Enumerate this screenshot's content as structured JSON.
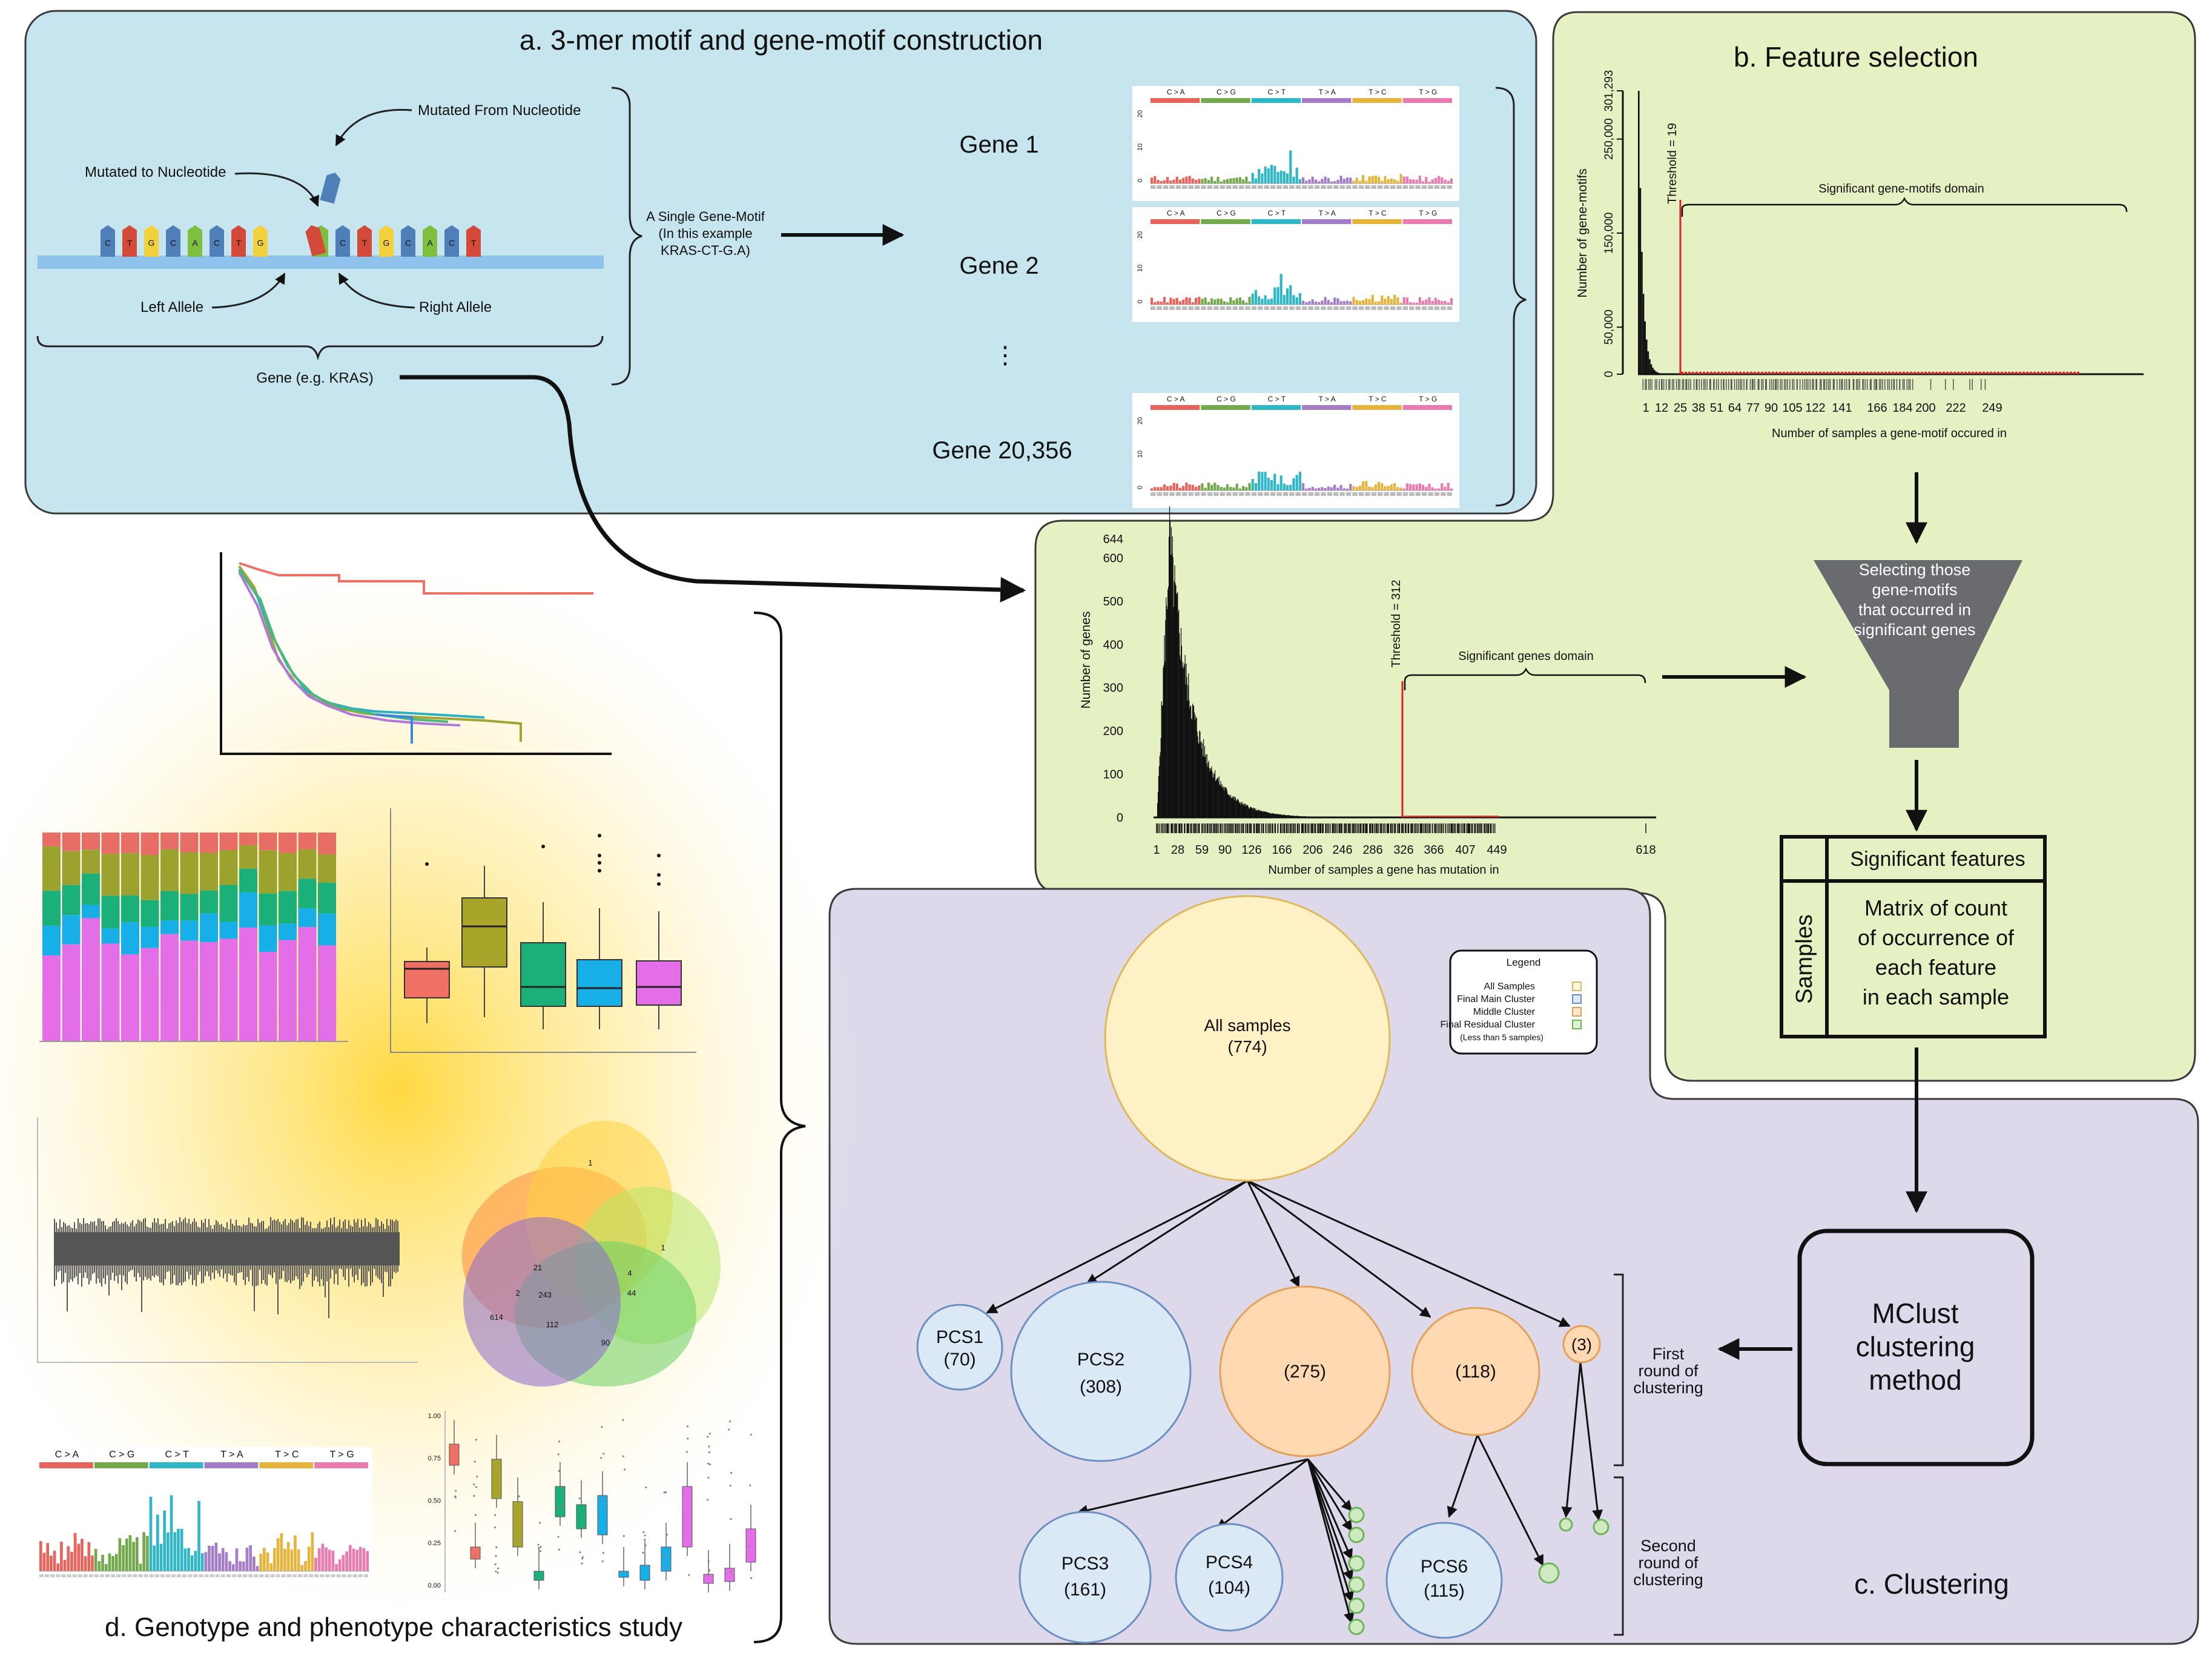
{
  "panel_a": {
    "title": "a. 3-mer motif and gene-motif construction",
    "labels": {
      "mutated_from": "Mutated From Nucleotide",
      "mutated_to": "Mutated to Nucleotide",
      "left_allele": "Left Allele",
      "right_allele": "Right Allele",
      "gene": "Gene (e.g. KRAS)",
      "single_motif_line1": "A Single Gene-Motif",
      "single_motif_line2": "(In this example",
      "single_motif_line3": "KRAS-CT-G.A)"
    },
    "nucleotides": [
      "C",
      "T",
      "G",
      "C",
      "A",
      "C",
      "T",
      "G",
      "T",
      "A",
      "C",
      "T",
      "G",
      "C",
      "A",
      "C",
      "T"
    ],
    "genes": [
      "Gene 1",
      "Gene 2",
      "⋮",
      "Gene 20,356"
    ],
    "spectrum_categories": [
      "C > A",
      "C > G",
      "C > T",
      "T > A",
      "T > C",
      "T > G"
    ],
    "spectrum_colors": [
      "#e8635b",
      "#72a94a",
      "#2fb7c7",
      "#a47cc7",
      "#e6b43a",
      "#e97bb0"
    ],
    "spectrum_ticks": [
      "20",
      "10",
      "0"
    ]
  },
  "panel_b": {
    "title": "b. Feature selection",
    "hist1": {
      "ylabel": "Number of gene-motifs",
      "xlabel": "Number of samples a gene-motif occured in",
      "yticks": [
        "301,293",
        "250,000",
        "150,000",
        "50,000",
        "0"
      ],
      "xticks": [
        "1",
        "12",
        "25",
        "38",
        "51",
        "64",
        "77",
        "90",
        "105",
        "122",
        "141",
        "166",
        "184",
        "200",
        "222",
        "249"
      ],
      "threshold": "Threshold = 19",
      "domain": "Significant gene-motifs domain"
    },
    "hist2": {
      "ylabel": "Number of genes",
      "xlabel": "Number of samples a gene has mutation in",
      "yticks": [
        "644",
        "600",
        "500",
        "400",
        "300",
        "200",
        "100",
        "0"
      ],
      "xticks": [
        "1",
        "28",
        "59",
        "90",
        "126",
        "166",
        "206",
        "246",
        "286",
        "326",
        "366",
        "407",
        "449",
        "618"
      ],
      "threshold": "Threshold = 312",
      "domain": "Significant genes domain"
    },
    "funnel_text": [
      "Selecting those",
      "gene-motifs",
      "that occurred in",
      "significant genes"
    ],
    "matrix": {
      "header": "Significant features",
      "side": "Samples",
      "body": [
        "Matrix of count",
        "of occurrence of",
        "each feature",
        "in each sample"
      ]
    }
  },
  "panel_c": {
    "title": "c. Clustering",
    "mclust": [
      "MClust",
      "clustering",
      "method"
    ],
    "first_round": [
      "First",
      "round of",
      "clustering"
    ],
    "second_round": [
      "Second",
      "round of",
      "clustering"
    ],
    "legend": {
      "title": "Legend",
      "items": [
        "All Samples",
        "Final Main Cluster",
        "Middle Cluster",
        "Final Residual Cluster"
      ],
      "note": "(Less than 5 samples)"
    },
    "nodes": {
      "all": [
        "All samples",
        "(774)"
      ],
      "pcs1": [
        "PCS1",
        "(70)"
      ],
      "pcs2": [
        "PCS2",
        "(308)"
      ],
      "m275": "(275)",
      "m118": "(118)",
      "m3": "(3)",
      "pcs3": [
        "PCS3",
        "(161)"
      ],
      "pcs4": [
        "PCS4",
        "(104)"
      ],
      "pcs6": [
        "PCS6",
        "(115)"
      ]
    },
    "colors": {
      "all_fill": "#fff1c6",
      "all_stroke": "#e0b75a",
      "main_fill": "#dbe8f5",
      "main_stroke": "#6c8fc4",
      "middle_fill": "#ffd9b1",
      "middle_stroke": "#e3a15a",
      "res_fill": "#cfeac0",
      "res_stroke": "#6fb45a"
    }
  },
  "panel_d": {
    "title": "d. Genotype and phenotype characteristics study",
    "spectrum_categories": [
      "C > A",
      "C > G",
      "C > T",
      "T > A",
      "T > C",
      "T > G"
    ],
    "venn_numbers": [
      "1",
      "1",
      "21",
      "4",
      "2",
      "243",
      "44",
      "614",
      "112",
      "90"
    ]
  }
}
